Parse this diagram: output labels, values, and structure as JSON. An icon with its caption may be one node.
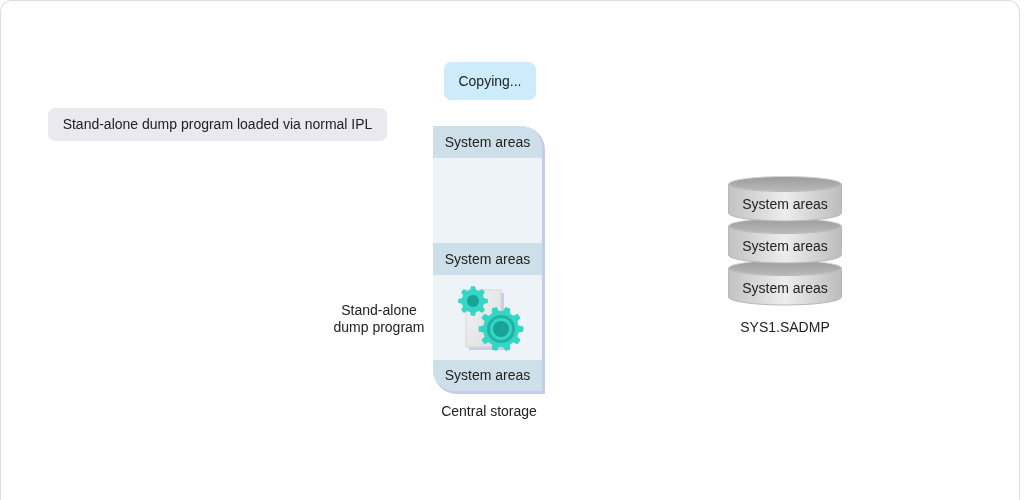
{
  "diagram": {
    "nodes": [
      {
        "text": [
          "Copying..."
        ]
      },
      {
        "text": [
          "Stand-alone dump program loaded via normal IPL"
        ]
      },
      {
        "text": [
          "Central storage"
        ]
      },
      {
        "text": [
          "System areas"
        ],
        "in": 2
      },
      {
        "text": [
          "System areas"
        ],
        "in": 2
      },
      {
        "text": [
          "System areas"
        ],
        "in": 2
      },
      {
        "text": [
          "SYS1.SADMP"
        ]
      },
      {
        "text": [
          "System areas"
        ],
        "in": 6
      },
      {
        "text": [
          "System areas"
        ],
        "in": 6
      },
      {
        "text": [
          "System areas"
        ],
        "in": 6
      }
    ],
    "labels": [
      "Stand-alone dump program"
    ]
  }
}
